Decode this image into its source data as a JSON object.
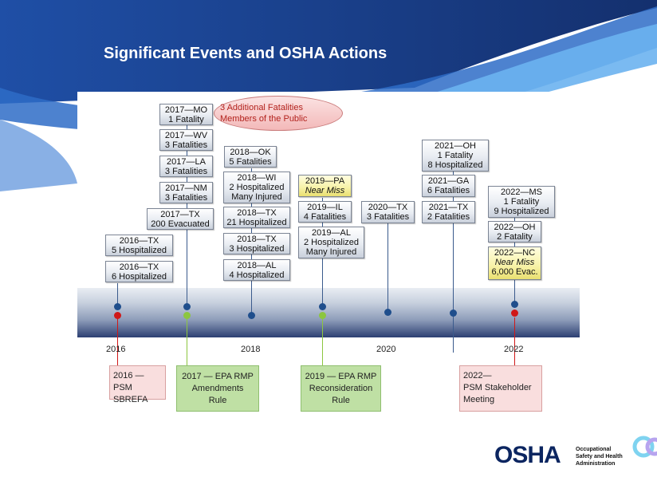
{
  "title": "Significant Events and OSHA Actions",
  "callout": {
    "line1": "3 Additional Fatalities",
    "line2": "Members of the Public"
  },
  "years": {
    "y2016": "2016",
    "y2018": "2018",
    "y2020": "2020",
    "y2022": "2022"
  },
  "events": {
    "mo2017": {
      "line1": "2017—MO",
      "line2": "1 Fatality"
    },
    "wv2017": {
      "line1": "2017—WV",
      "line2": "3 Fatalities"
    },
    "la2017": {
      "line1": "2017—LA",
      "line2": "3 Fatalities"
    },
    "nm2017": {
      "line1": "2017—NM",
      "line2": "3 Fatalities"
    },
    "tx2017": {
      "line1": "2017—TX",
      "line2": "200 Evacuated"
    },
    "tx2016a": {
      "line1": "2016—TX",
      "line2": "5 Hospitalized"
    },
    "tx2016b": {
      "line1": "2016—TX",
      "line2": "6 Hospitalized"
    },
    "ok2018": {
      "line1": "2018—OK",
      "line2": "5 Fatalities"
    },
    "wi2018": {
      "line1": "2018—WI",
      "line2": "2 Hospitalized",
      "line3": "Many Injured"
    },
    "tx2018a": {
      "line1": "2018—TX",
      "line2": "21 Hospitalized"
    },
    "tx2018b": {
      "line1": "2018—TX",
      "line2": "3 Hospitalized"
    },
    "al2018": {
      "line1": "2018—AL",
      "line2": "4 Hospitalized"
    },
    "pa2019": {
      "line1": "2019—PA",
      "line2": "Near Miss"
    },
    "il2019": {
      "line1": "2019—IL",
      "line2": "4 Fatalities"
    },
    "al2019": {
      "line1": "2019—AL",
      "line2": "2 Hospitalized",
      "line3": "Many Injured"
    },
    "tx2020": {
      "line1": "2020—TX",
      "line2": "3 Fatalities"
    },
    "oh2021": {
      "line1": "2021—OH",
      "line2": "1 Fatality",
      "line3": "8 Hospitalized"
    },
    "ga2021": {
      "line1": "2021—GA",
      "line2": "6 Fatalities"
    },
    "tx2021": {
      "line1": "2021—TX",
      "line2": "2 Fatalities"
    },
    "ms2022": {
      "line1": "2022—MS",
      "line2": "1 Fatality",
      "line3": "9 Hospitalized"
    },
    "oh2022": {
      "line1": "2022—OH",
      "line2": "2 Fatality"
    },
    "nc2022": {
      "line1": "2022—NC",
      "line2": "Near Miss",
      "line3": "6,000 Evac."
    }
  },
  "actions": {
    "sbrefa2016": {
      "line1": "2016 —",
      "line2": "PSM SBREFA"
    },
    "rmp2017": {
      "line1": "2017 — EPA RMP",
      "line2": "Amendments",
      "line3": "Rule"
    },
    "rmp2019": {
      "line1": "2019 — EPA RMP",
      "line2": "Reconsideration",
      "line3": "Rule"
    },
    "psm2022": {
      "line1": "2022—",
      "line2": "PSM Stakeholder",
      "line3": "Meeting"
    }
  },
  "logo": {
    "text": "OSHA",
    "sub1": "Occupational",
    "sub2": "Safety and Health",
    "sub3": "Administration"
  },
  "colors": {
    "header": "#1b3f8f",
    "band_dark": "#2c3f72",
    "dot_blue": "#1f4e8c",
    "dot_red": "#d01818",
    "dot_green": "#8cc63f",
    "action_pink": "#f9dede",
    "action_green": "#bfe0a4",
    "callout_text": "#b3231e"
  }
}
